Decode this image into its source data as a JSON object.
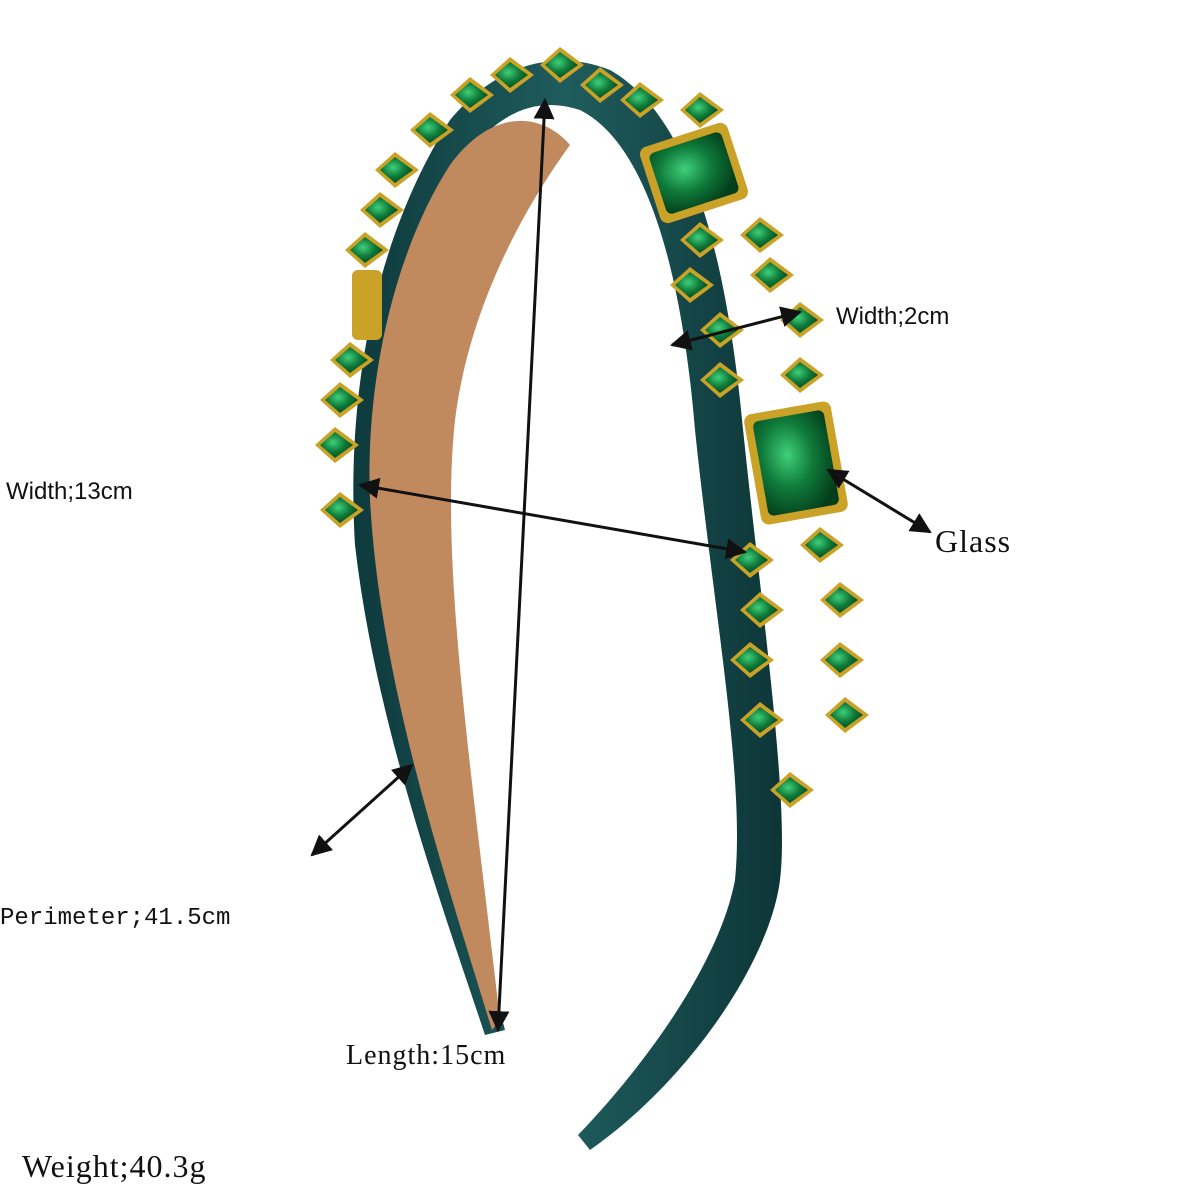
{
  "annotations": {
    "width_band": "Width;2cm",
    "width_overall": "Width;13cm",
    "material": "Glass",
    "perimeter": "Perimeter;41.5cm",
    "length": "Length:15cm",
    "weight": "Weight;40.3g"
  },
  "colors": {
    "band_satin": "#17494a",
    "band_inner": "#c08a5e",
    "gem_green": "#0f7a3a",
    "gold_setting": "#c9a227",
    "arrow": "#111111"
  }
}
